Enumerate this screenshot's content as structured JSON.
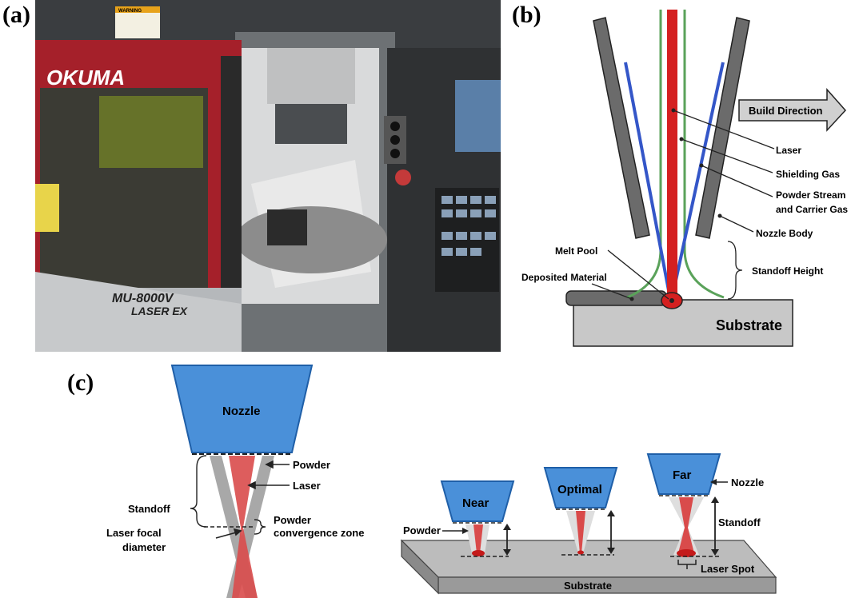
{
  "panels": {
    "a": "(a)",
    "b": "(b)",
    "c": "(c)"
  },
  "photo": {
    "brand": "OKUMA",
    "model_line1": "MU-8000V",
    "model_line2": "LASER EX",
    "warning": "WARNING"
  },
  "diagram_b": {
    "build_direction": "Build Direction",
    "laser": "Laser",
    "shielding_gas": "Shielding Gas",
    "powder_stream_l1": "Powder Stream",
    "powder_stream_l2": "and Carrier Gas",
    "nozzle_body": "Nozzle Body",
    "melt_pool": "Melt Pool",
    "standoff_height": "Standoff Height",
    "deposited_material": "Deposited Material",
    "substrate": "Substrate"
  },
  "diagram_c": {
    "nozzle": "Nozzle",
    "powder": "Powder",
    "laser": "Laser",
    "standoff": "Standoff",
    "convergence_l1": "Powder",
    "convergence_l2": "convergence zone",
    "focal_l1": "Laser focal",
    "focal_l2": "diameter",
    "near": "Near",
    "optimal": "Optimal",
    "far": "Far",
    "powder_right": "Powder",
    "nozzle_right": "Nozzle",
    "standoff_right": "Standoff",
    "laser_spot": "Laser Spot",
    "substrate": "Substrate"
  },
  "colors": {
    "nozzle_blue": "#4a90d9",
    "nozzle_border": "#1f5fa8",
    "laser_red": "#d42020",
    "shield_green": "#5aa25a",
    "powder_blue": "#3456c8",
    "body_gray": "#6b6b6b",
    "substrate_gray": "#c8c8c8"
  }
}
